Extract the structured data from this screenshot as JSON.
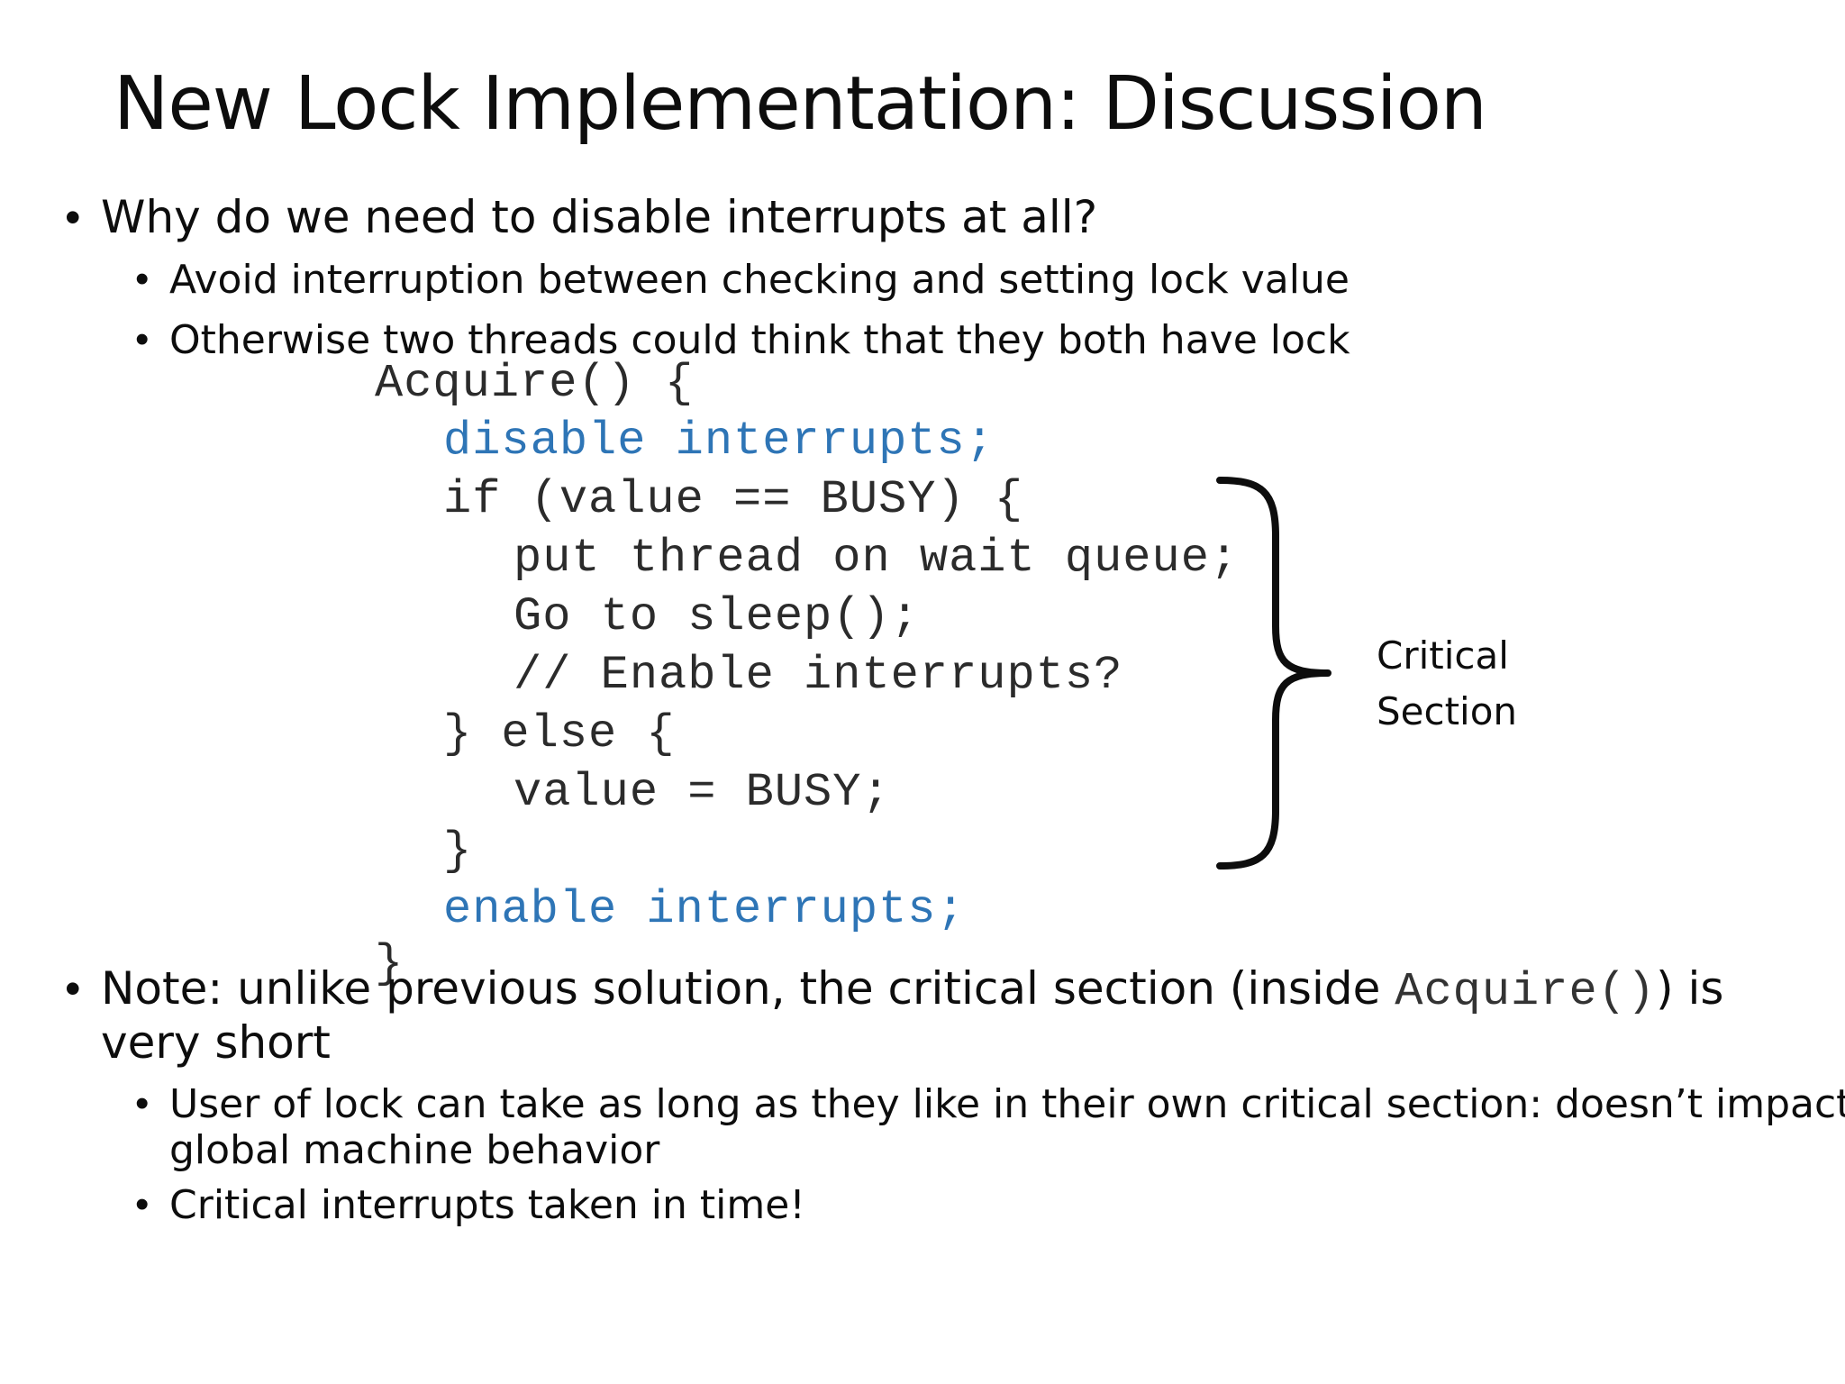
{
  "title": "New Lock Implementation: Discussion",
  "bullets_top": [
    {
      "text": "Why do we need to disable interrupts at all?"
    },
    {
      "text": "Avoid interruption between checking and setting lock value"
    },
    {
      "text": "Otherwise two threads could think that they both have lock"
    }
  ],
  "code": {
    "line1": "Acquire() {",
    "line2": "disable interrupts;",
    "line3": "if (value == BUSY) {",
    "line4": "put thread on wait queue;",
    "line5": "Go to sleep();",
    "line6": "// Enable interrupts?",
    "line7": "} else {",
    "line8": "value = BUSY;",
    "line9": "}",
    "line10": "enable interrupts;",
    "line11": "}"
  },
  "critical_label": {
    "line1": "Critical",
    "line2": "Section"
  },
  "note": {
    "prefix": "Note: unlike previous solution, the critical section (inside ",
    "code": "Acquire()",
    "suffix": ") is",
    "line2": "very short"
  },
  "bullets_bottom": [
    {
      "line1": "User of lock can take as long as they like in their own critical section: doesn’t impact",
      "line2": "global machine behavior"
    },
    {
      "line1": "Critical interrupts taken in time!"
    }
  ],
  "colors": {
    "code_blue": "#2e75b6",
    "code_gray": "#2b2b2b",
    "text": "#0d0d0d"
  }
}
